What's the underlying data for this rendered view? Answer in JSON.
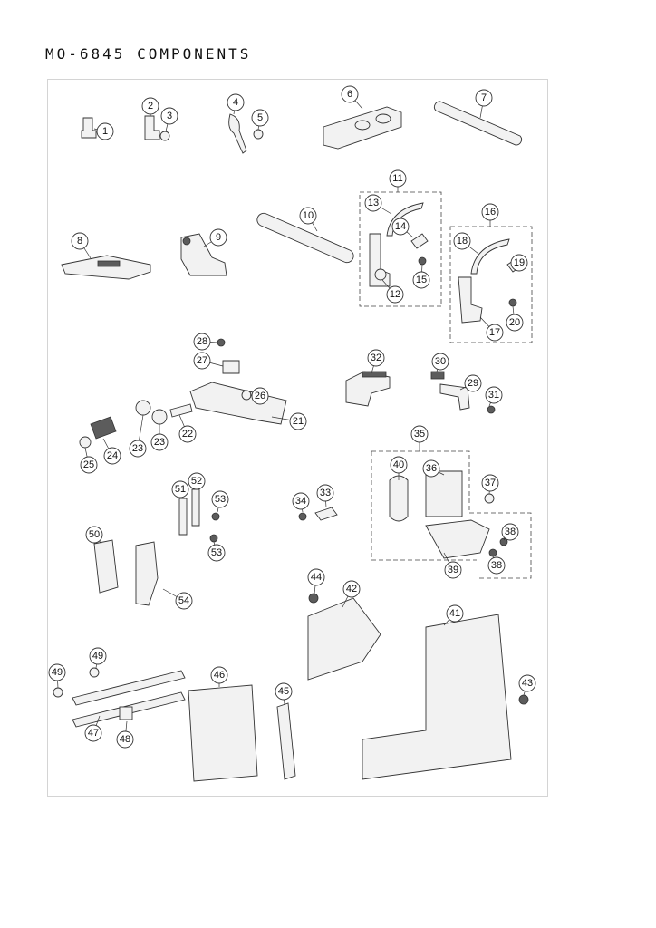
{
  "title": "MO-6845 COMPONENTS",
  "callouts": [
    "1",
    "2",
    "3",
    "4",
    "5",
    "6",
    "7",
    "8",
    "9",
    "10",
    "11",
    "12",
    "13",
    "14",
    "15",
    "16",
    "17",
    "18",
    "19",
    "20",
    "21",
    "22",
    "23",
    "23",
    "24",
    "25",
    "26",
    "27",
    "28",
    "29",
    "30",
    "31",
    "32",
    "33",
    "34",
    "35",
    "36",
    "37",
    "38",
    "38",
    "39",
    "40",
    "41",
    "42",
    "43",
    "44",
    "45",
    "46",
    "47",
    "48",
    "49",
    "49",
    "50",
    "51",
    "52",
    "53",
    "53",
    "54"
  ]
}
